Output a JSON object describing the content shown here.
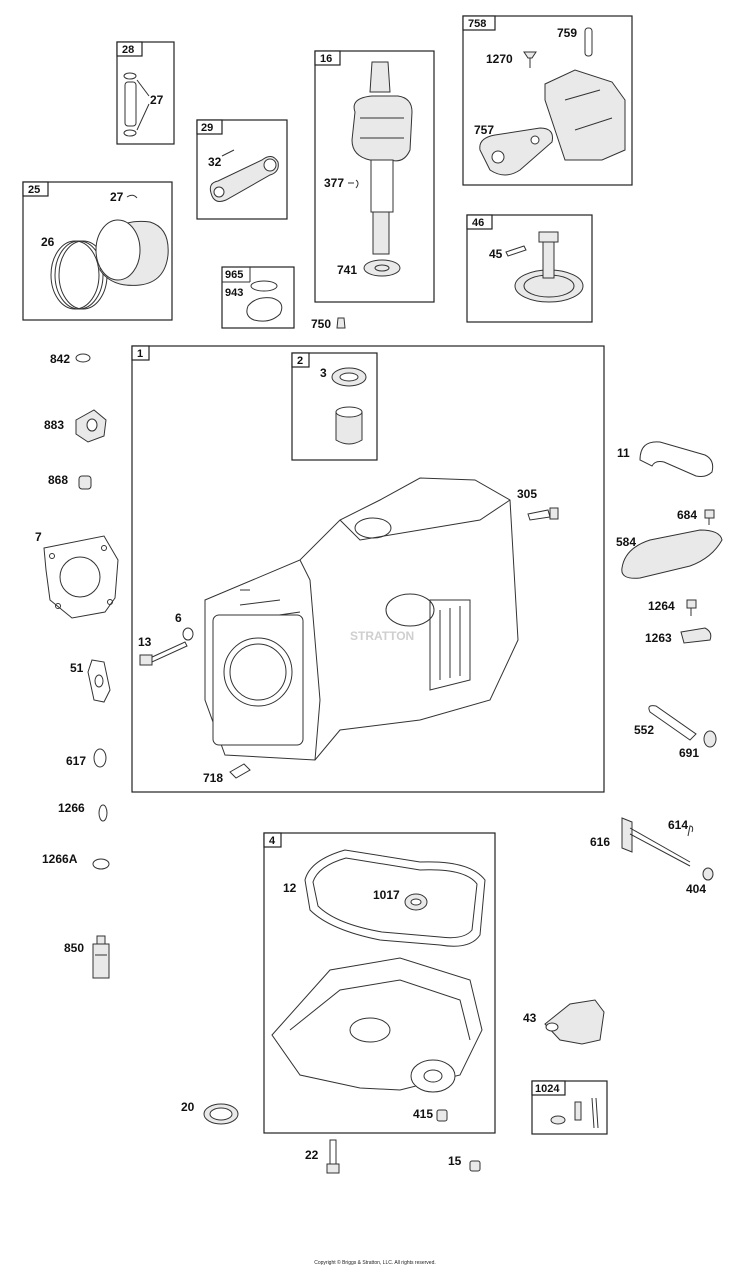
{
  "groups": {
    "g28": "28",
    "g29": "29",
    "g16": "16",
    "g758": "758",
    "g25": "25",
    "g965": "965",
    "g46": "46",
    "g1": "1",
    "g2": "2",
    "g4": "4",
    "g1024": "1024"
  },
  "labels": {
    "p27a": "27",
    "p32": "32",
    "p377": "377",
    "p741": "741",
    "p759": "759",
    "p1270": "1270",
    "p757": "757",
    "p27b": "27",
    "p26": "26",
    "p943": "943",
    "p750": "750",
    "p45": "45",
    "p842": "842",
    "p3": "3",
    "p883": "883",
    "p868": "868",
    "p305": "305",
    "p11": "11",
    "p684": "684",
    "p7": "7",
    "p584": "584",
    "p6": "6",
    "p13": "13",
    "p1264": "1264",
    "p1263": "1263",
    "p51": "51",
    "p552": "552",
    "p691": "691",
    "p617": "617",
    "p718": "718",
    "p1266": "1266",
    "p614": "614",
    "p616": "616",
    "p12": "12",
    "p1017": "1017",
    "p1266A": "1266A",
    "p404": "404",
    "p850": "850",
    "p43": "43",
    "p20": "20",
    "p415": "415",
    "p22": "22",
    "p15": "15"
  },
  "watermark": "STRATTON",
  "footer": "Copyright © Briggs & Stratton, LLC. All rights reserved."
}
